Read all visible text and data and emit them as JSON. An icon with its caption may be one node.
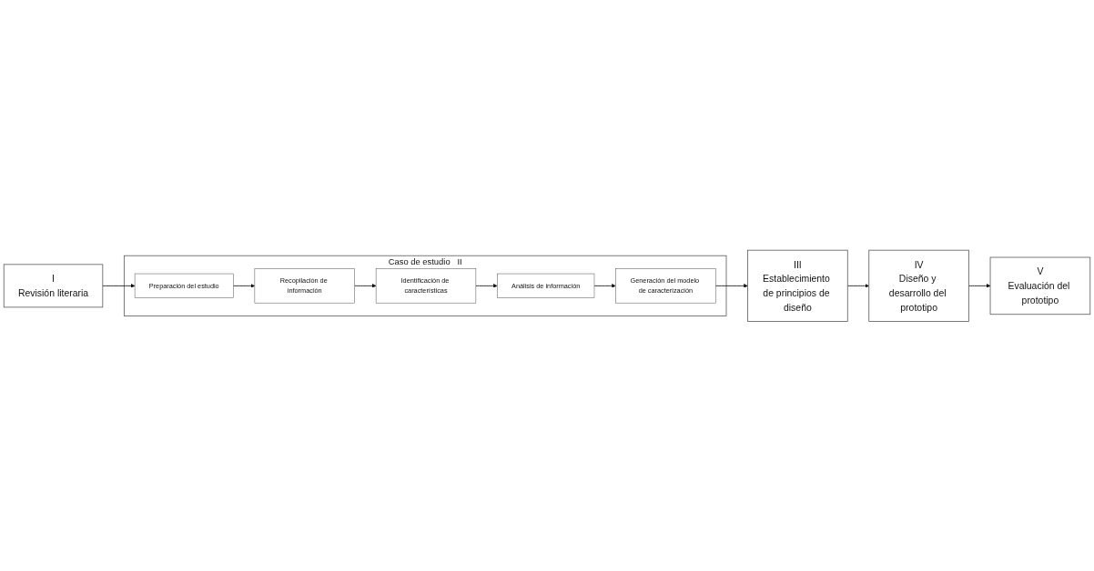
{
  "diagram": {
    "nodes": [
      {
        "text": [
          "I",
          "Revisión literaria"
        ]
      },
      {
        "text": [
          "Caso de estudio",
          "II"
        ]
      },
      {
        "text": [
          "Preparación del estudio"
        ],
        "in": 1
      },
      {
        "text": [
          "Recopilación de información"
        ],
        "in": 1
      },
      {
        "text": [
          "Identificación de características"
        ],
        "in": 1
      },
      {
        "text": [
          "Análisis de información"
        ],
        "in": 1
      },
      {
        "text": [
          "Generación del modelo de caracterización"
        ],
        "in": 1
      },
      {
        "text": [
          "III",
          "Establecimiento de principios de diseño"
        ]
      },
      {
        "text": [
          "IV",
          "Diseño y desarrollo del prototipo"
        ]
      },
      {
        "text": [
          "V",
          "Evaluación del prototipo"
        ]
      }
    ],
    "edges": [
      {
        "from": 0,
        "to": 2,
        "arrow": "to"
      },
      {
        "from": 2,
        "to": 3,
        "arrow": "to"
      },
      {
        "from": 3,
        "to": 4,
        "arrow": "to"
      },
      {
        "from": 4,
        "to": 5,
        "arrow": "to"
      },
      {
        "from": 5,
        "to": 6,
        "arrow": "to"
      },
      {
        "from": 6,
        "to": 7,
        "arrow": "to"
      },
      {
        "from": 7,
        "to": 8,
        "arrow": "to"
      },
      {
        "from": 8,
        "to": 9,
        "arrow": "to"
      }
    ]
  }
}
